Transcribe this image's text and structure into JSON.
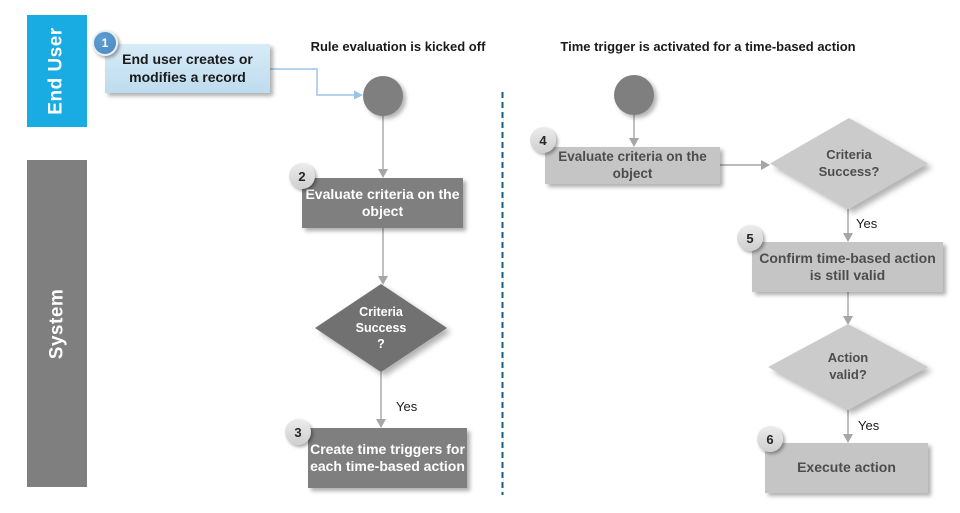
{
  "lanes": {
    "end_user": "End User",
    "system": "System"
  },
  "titles": {
    "left_flow": "Rule evaluation is kicked off",
    "right_flow": "Time trigger is activated for a time-based action"
  },
  "nodes": {
    "step1": {
      "badge": "1",
      "text": "End user creates or modifies a record"
    },
    "step2": {
      "badge": "2",
      "text": "Evaluate criteria on the object"
    },
    "decision_left": {
      "text": "Criteria\nSuccess\n?"
    },
    "step3": {
      "badge": "3",
      "text": "Create time triggers for each time-based action"
    },
    "step4": {
      "badge": "4",
      "text": "Evaluate criteria on the object"
    },
    "decision_right_criteria": {
      "text": "Criteria\nSuccess?"
    },
    "step5": {
      "badge": "5",
      "text": "Confirm time-based action is still valid"
    },
    "decision_right_valid": {
      "text": "Action\nvalid?"
    },
    "step6": {
      "badge": "6",
      "text": "Execute action"
    }
  },
  "edge_labels": {
    "yes_left": "Yes",
    "yes_right_1": "Yes",
    "yes_right_2": "Yes"
  },
  "colors": {
    "end_user_lane": "#19ACE3",
    "system_lane": "#7F7F7F",
    "dark_shape": "#7F7F7F",
    "light_shape": "#C5C5C5",
    "user_step_fill": "#C9E2F3",
    "badge_blue": "#4A89C2",
    "badge_gray": "#DCDCDC",
    "arrow_gray": "#A6A6A6",
    "arrow_blue": "#9DC3E6",
    "divider_dashed": "#1C5D82",
    "light_shape_text": "#4D4D4D"
  }
}
